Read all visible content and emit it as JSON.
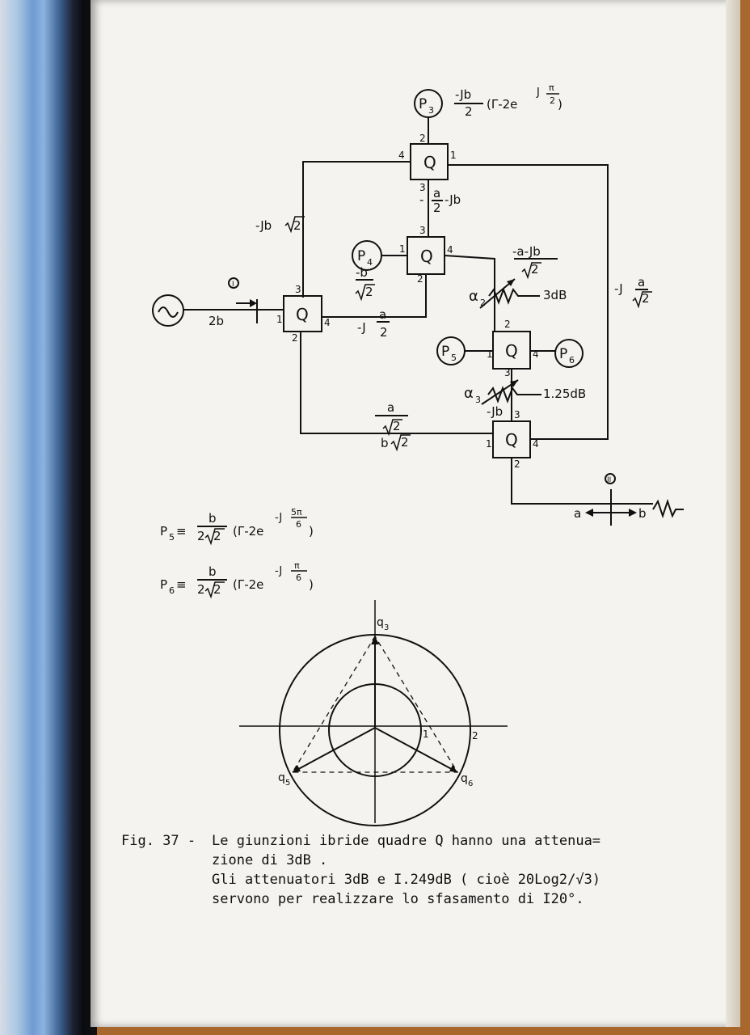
{
  "diagram": {
    "block_label": "Q",
    "ports": {
      "p3": "P",
      "p3_sub": "3",
      "p4": "P",
      "p4_sub": "4",
      "p5": "P",
      "p5_sub": "5",
      "p6": "P",
      "p6_sub": "6"
    },
    "port_numbers": [
      "1",
      "2",
      "3",
      "4"
    ],
    "labels": {
      "p3_num": "-Jb",
      "p3_den": "2",
      "p3_rest": "(Γ-2e",
      "p3_exp": "J",
      "p3_exp_num": "π",
      "p3_exp_den": "2",
      "p3_close": ")",
      "q_top_link_num": "a",
      "q_top_link_den": "2",
      "q_top_link_minus": "-",
      "q_top_link_rest": "-Jb",
      "left_vertical": "-Jb",
      "left_vertical_sqrt": "2",
      "minus_b_num": "-b",
      "minus_b_den": "2",
      "minus_j_a_pre": "-J",
      "minus_j_a_num": "a",
      "minus_j_a_den": "2",
      "mid_right_num": "-a-Jb",
      "mid_right_den": "2",
      "right_vertical_pre": "-J",
      "right_vertical_num": "a",
      "right_vertical_den": "2",
      "alpha2": "α",
      "alpha2_sub": "2",
      "att1": "3dB",
      "alpha3": "α",
      "alpha3_sub": "3",
      "att2": "1.25dB",
      "minus_jb": "-Jb",
      "bottom_num": "a",
      "bottom_den": "2",
      "bottom_b": "b",
      "bottom_b_sqrt": "2",
      "input_label": "2b",
      "node1": "I",
      "node2": "II",
      "dir_a": "a",
      "dir_b": "b"
    },
    "formulas": {
      "p5_lhs": "P",
      "p5_sub": "5",
      "p6_lhs": "P",
      "p6_sub": "6",
      "equiv": "≡",
      "num": "b",
      "den_pre": "2",
      "den_sqrt": "2",
      "body": "(Γ-2e",
      "p5_exp": "-J",
      "p5_exp_num": "5π",
      "p5_exp_den": "6",
      "p6_exp": "-J",
      "p6_exp_num": "π",
      "p6_exp_den": "6",
      "close": ")"
    },
    "phasor": {
      "q3": "q",
      "q3_sub": "3",
      "q5": "q",
      "q5_sub": "5",
      "q6": "q",
      "q6_sub": "6",
      "ring1": "1",
      "ring2": "2"
    }
  },
  "caption": {
    "label": "Fig. 37 -",
    "line1": "Le giunzioni ibride quadre Q hanno una attenua=",
    "line2": "zione di 3dB .",
    "line3": "Gli attenuatori 3dB e I.249dB ( cioè 20Log2/√3)",
    "line4": "servono per realizzare lo sfasamento di I20°."
  }
}
